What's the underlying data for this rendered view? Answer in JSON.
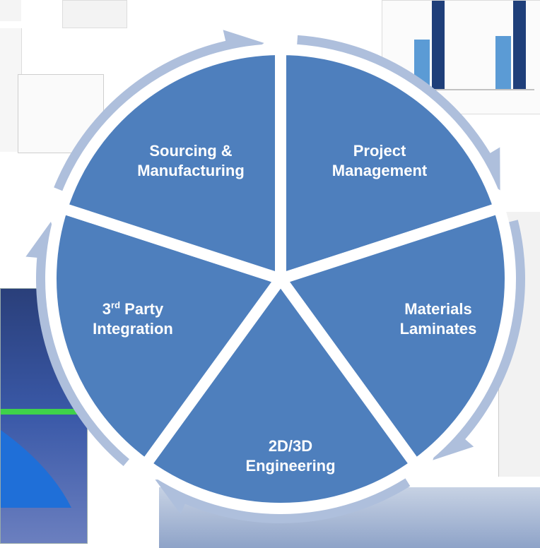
{
  "diagram": {
    "segments": [
      {
        "line1": "Sourcing &",
        "line2": "Manufacturing"
      },
      {
        "line1": "Project",
        "line2": "Management"
      },
      {
        "line1": "Materials",
        "line2": "Laminates"
      },
      {
        "line1": "2D/3D",
        "line2": "Engineering"
      },
      {
        "line1_base": "3",
        "line1_sup": "rd",
        "line1_rest": " Party",
        "line2": "Integration"
      }
    ],
    "colors": {
      "segment_fill": "#4e7fbd",
      "arrow_ring": "#aebfdc",
      "separator": "#ffffff",
      "text": "#ffffff"
    }
  }
}
